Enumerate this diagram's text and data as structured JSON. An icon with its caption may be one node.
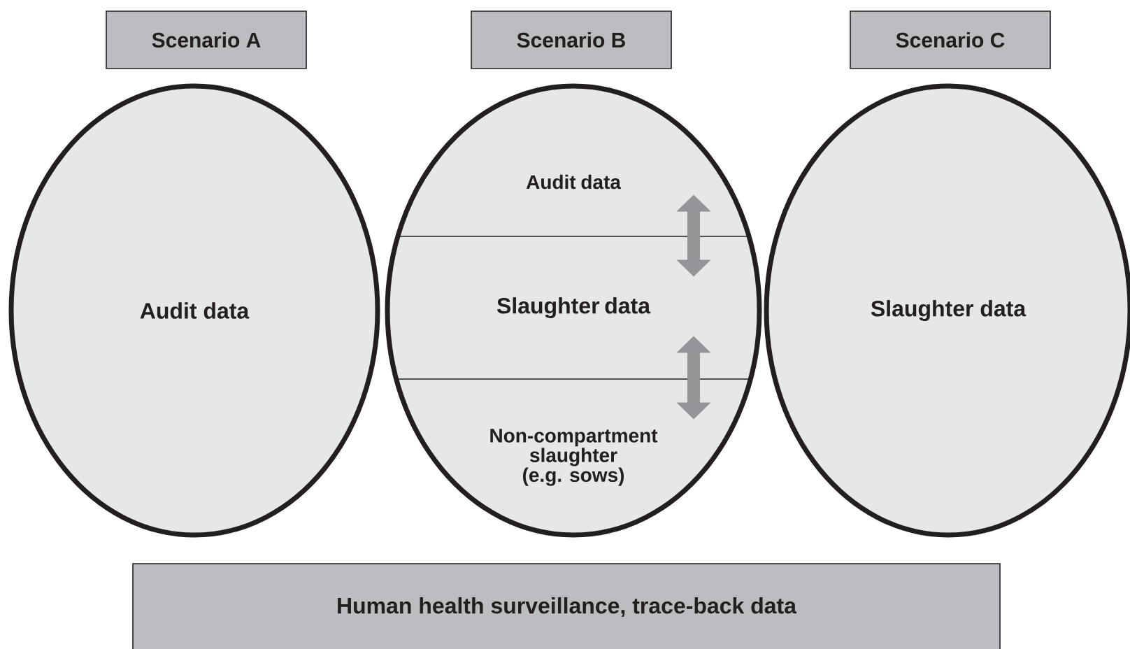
{
  "diagram": {
    "nodes": [
      {
        "text": [
          "Scenario A"
        ]
      },
      {
        "text": [
          "Scenario B"
        ]
      },
      {
        "text": [
          "Scenario C"
        ]
      },
      {
        "text": [
          "Audit data"
        ]
      },
      {
        "text": [],
        "shape": "ellipse"
      },
      {
        "text": [
          "Audit data"
        ],
        "in": 4
      },
      {
        "text": [
          "Slaughter data"
        ],
        "in": 4
      },
      {
        "text": [
          "Non-compartment slaughter (e.g. sows)"
        ],
        "in": 4
      },
      {
        "text": [
          "Slaughter data"
        ]
      },
      {
        "text": [
          "Human health surveillance, trace-back data"
        ]
      }
    ],
    "edges": [
      {
        "from": 5,
        "to": 6,
        "arrow": "both"
      },
      {
        "from": 6,
        "to": 7,
        "arrow": "both"
      }
    ]
  }
}
